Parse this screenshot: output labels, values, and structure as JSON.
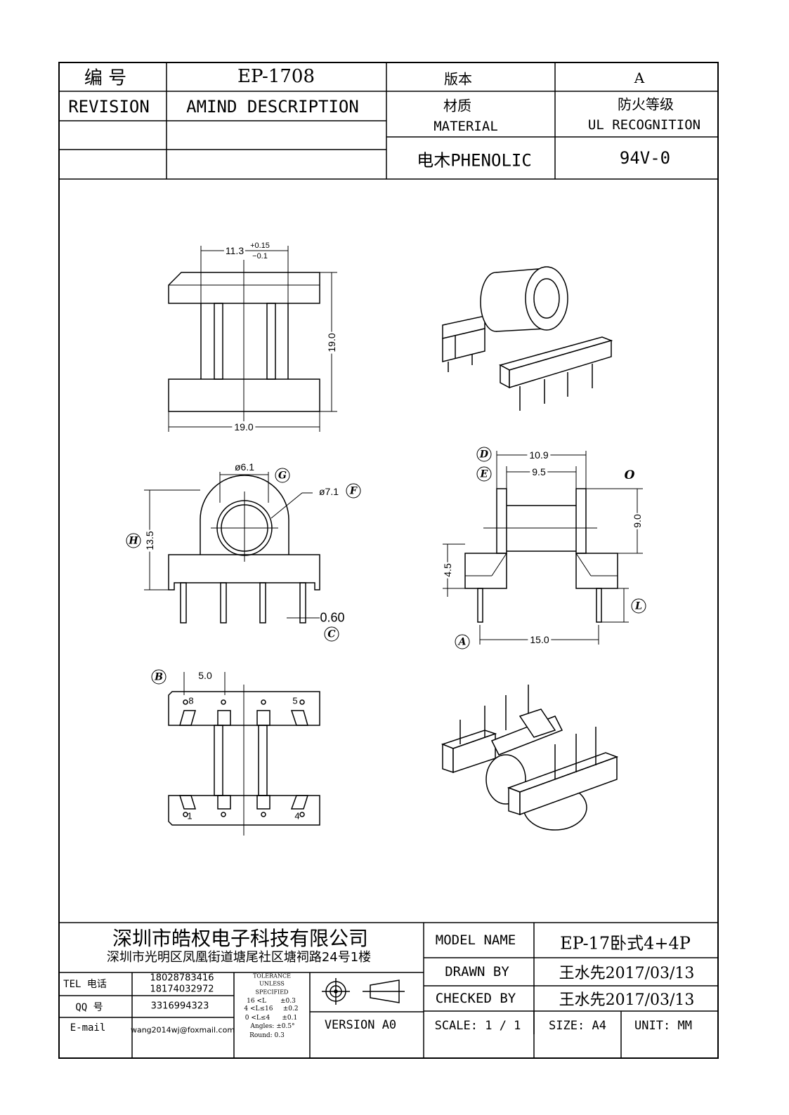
{
  "header": {
    "number_label": "编   号",
    "number_value": "EP-1708",
    "version_label": "版本",
    "version_value": "A",
    "revision_label": "REVISION",
    "amind_label": "AMIND DESCRIPTION",
    "material_label_cn": "材质",
    "material_label_en": "MATERIAL",
    "fire_label_cn": "防火等级",
    "fire_label_en": "UL RECOGNITION",
    "material_value": "电木PHENOLIC",
    "fire_value": "94V-0"
  },
  "drawing": {
    "top_width": "11.3",
    "top_tol_plus": "+0.15",
    "top_tol_minus": "−0.1",
    "top_height": "19.0",
    "top_base": "19.0",
    "bore_dia": "ø6.1",
    "outer_dia": "ø7.1",
    "front_height": "13.5",
    "pin_dia": "0.60",
    "pitch": "5.0",
    "pin_8": "8",
    "pin_5": "5",
    "pin_1": "1",
    "pin_4": "4",
    "side_width_1": "10.9",
    "side_width_2": "9.5",
    "side_height": "9.0",
    "side_base_height": "4.5",
    "side_span": "15.0",
    "label_o": "O",
    "markers": {
      "a": "A",
      "b": "B",
      "c": "C",
      "d": "D",
      "e": "E",
      "f": "F",
      "g": "G",
      "h": "H",
      "l": "L"
    }
  },
  "footer": {
    "company_name": "深圳市皓权电子科技有限公司",
    "company_address": "深圳市光明区凤凰街道塘尾社区塘祠路24号1楼",
    "tel_label": "TEL 电话",
    "tel_1": "18028783416",
    "tel_2": "18174032972",
    "qq_label": "QQ  号",
    "qq_value": "3316994323",
    "email_label": "E-mail",
    "email_value": "wang2014wj@foxmail.com",
    "tolerance_title_1": "TOLERANCE",
    "tolerance_title_2": "UNLESS",
    "tolerance_title_3": "SPECIFIED",
    "tol_row_1": "16 <L       ±0.3",
    "tol_row_2": "4 <L≤16     ±0.2",
    "tol_row_3": "0 <L≤4      ±0.1",
    "tol_angles": "Angles: ±0.5°",
    "tol_round": "Round: 0.3",
    "version": "VERSION A0",
    "model_label": "MODEL NAME",
    "model_value": "EP-17卧式4+4P",
    "drawn_label": "DRAWN BY",
    "drawn_value": "王水先2017/03/13",
    "checked_label": "CHECKED BY",
    "checked_value": "王水先2017/03/13",
    "scale": "SCALE: 1 / 1",
    "size": "SIZE: A4",
    "unit": "UNIT: MM"
  }
}
